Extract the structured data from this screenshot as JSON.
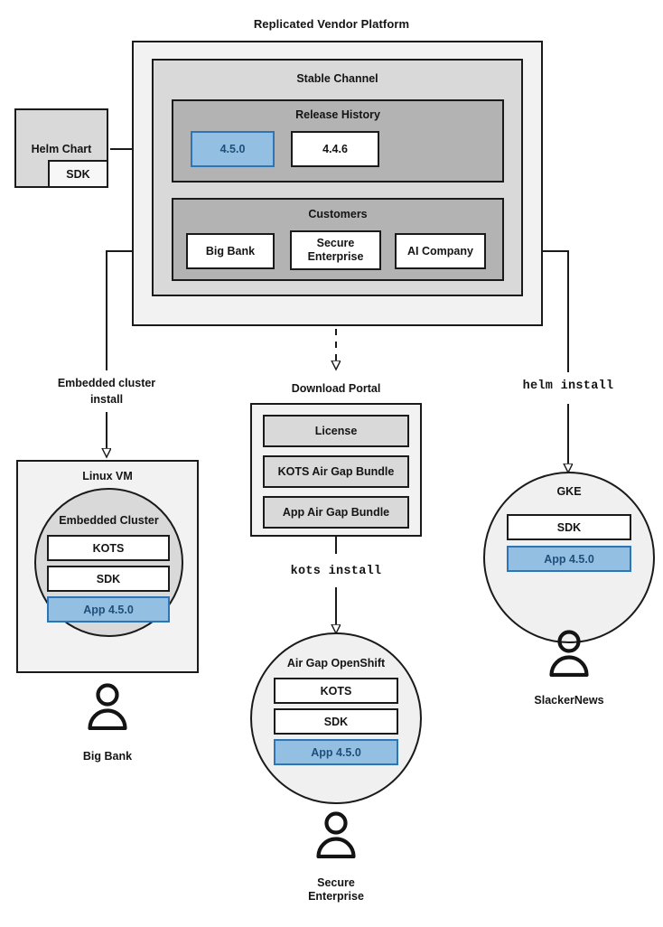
{
  "diagram": {
    "title": "Replicated Vendor Platform",
    "platform": {
      "stable_channel": {
        "label": "Stable Channel",
        "release_history": {
          "label": "Release History",
          "releases": [
            {
              "version": "4.5.0",
              "highlighted": true
            },
            {
              "version": "4.4.6",
              "highlighted": false
            }
          ]
        },
        "customers": {
          "label": "Customers",
          "items": [
            "Big Bank",
            "Secure Enterprise",
            "AI Company"
          ]
        }
      }
    },
    "helm_chart": {
      "label": "Helm Chart",
      "sdk_label": "SDK"
    },
    "flow_labels": {
      "embedded_cluster_install": "Embedded cluster install",
      "embedded_cluster_install_line1": "Embedded cluster",
      "embedded_cluster_install_line2": "install",
      "kots_install": "kots install",
      "helm_install": "helm install"
    },
    "download_portal": {
      "label": "Download Portal",
      "items": [
        "License",
        "KOTS Air Gap Bundle",
        "App Air Gap Bundle"
      ]
    },
    "targets": [
      {
        "name": "linux-vm",
        "label": "Linux VM",
        "inner_label": "Embedded Cluster",
        "components": [
          {
            "label": "KOTS",
            "style": "white"
          },
          {
            "label": "SDK",
            "style": "white"
          },
          {
            "label": "App 4.5.0",
            "style": "blue"
          }
        ],
        "persona": "Big Bank",
        "persona_line1": "Big Bank",
        "persona_line2": ""
      },
      {
        "name": "air-gap-openshift",
        "label": "Air Gap OpenShift",
        "inner_label": "",
        "components": [
          {
            "label": "KOTS",
            "style": "white"
          },
          {
            "label": "SDK",
            "style": "white"
          },
          {
            "label": "App 4.5.0",
            "style": "blue"
          }
        ],
        "persona": "Secure Enterprise",
        "persona_line1": "Secure",
        "persona_line2": "Enterprise"
      },
      {
        "name": "gke",
        "label": "GKE",
        "inner_label": "",
        "components": [
          {
            "label": "SDK",
            "style": "white"
          },
          {
            "label": "App 4.5.0",
            "style": "blue"
          }
        ],
        "persona": "SlackerNews",
        "persona_line1": "SlackerNews",
        "persona_line2": ""
      }
    ],
    "colors": {
      "accent_blue_fill": "#93c0e2",
      "accent_blue_border": "#2e75b6",
      "accent_blue_text": "#1f4e79",
      "stroke": "#1a1a1a",
      "shell_outer": "#f2f2f2",
      "shell_mid": "#d9d9d9",
      "shell_inner": "#b3b3b3"
    }
  }
}
